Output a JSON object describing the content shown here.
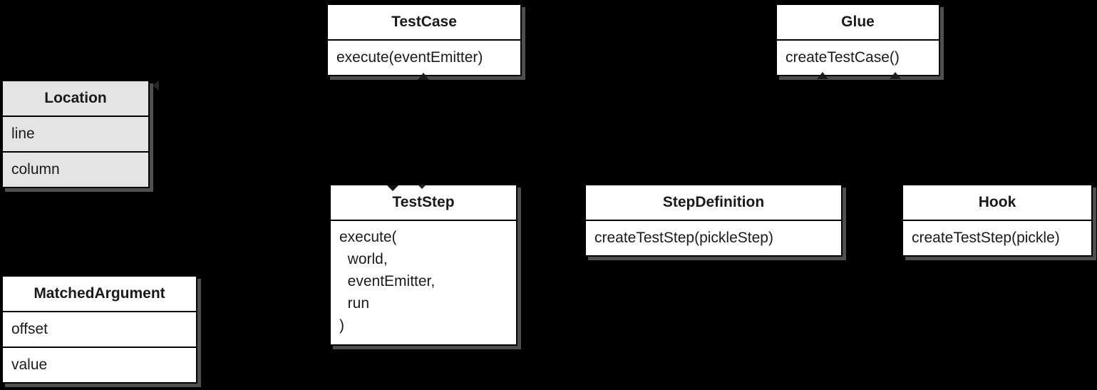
{
  "diagram": {
    "type": "uml-class-diagram",
    "background_color": "#000000",
    "box_fill": "#ffffff",
    "box_fill_alt": "#e4e4e4",
    "border_color": "#000000",
    "shadow_color": "#4f4f4f",
    "text_color": "#1a1a1a",
    "icons": {
      "arrowhead_up": "css-triangle-up",
      "arrowhead_down": "css-triangle-down",
      "arrowhead_left": "css-triangle-left"
    }
  },
  "classes": [
    {
      "id": "testcase",
      "title": "TestCase",
      "members": [
        "execute(eventEmitter)"
      ]
    },
    {
      "id": "glue",
      "title": "Glue",
      "members": [
        "createTestCase()"
      ]
    },
    {
      "id": "location",
      "title": "Location",
      "members": [
        "line",
        "column"
      ]
    },
    {
      "id": "teststep",
      "title": "TestStep",
      "members": [
        "execute(",
        "  world,",
        "  eventEmitter,",
        "  run",
        ")"
      ]
    },
    {
      "id": "stepdefinition",
      "title": "StepDefinition",
      "members": [
        "createTestStep(pickleStep)"
      ]
    },
    {
      "id": "hook",
      "title": "Hook",
      "members": [
        "createTestStep(pickle)"
      ]
    },
    {
      "id": "matchedargument",
      "title": "MatchedArgument",
      "members": [
        "offset",
        "value"
      ]
    }
  ]
}
